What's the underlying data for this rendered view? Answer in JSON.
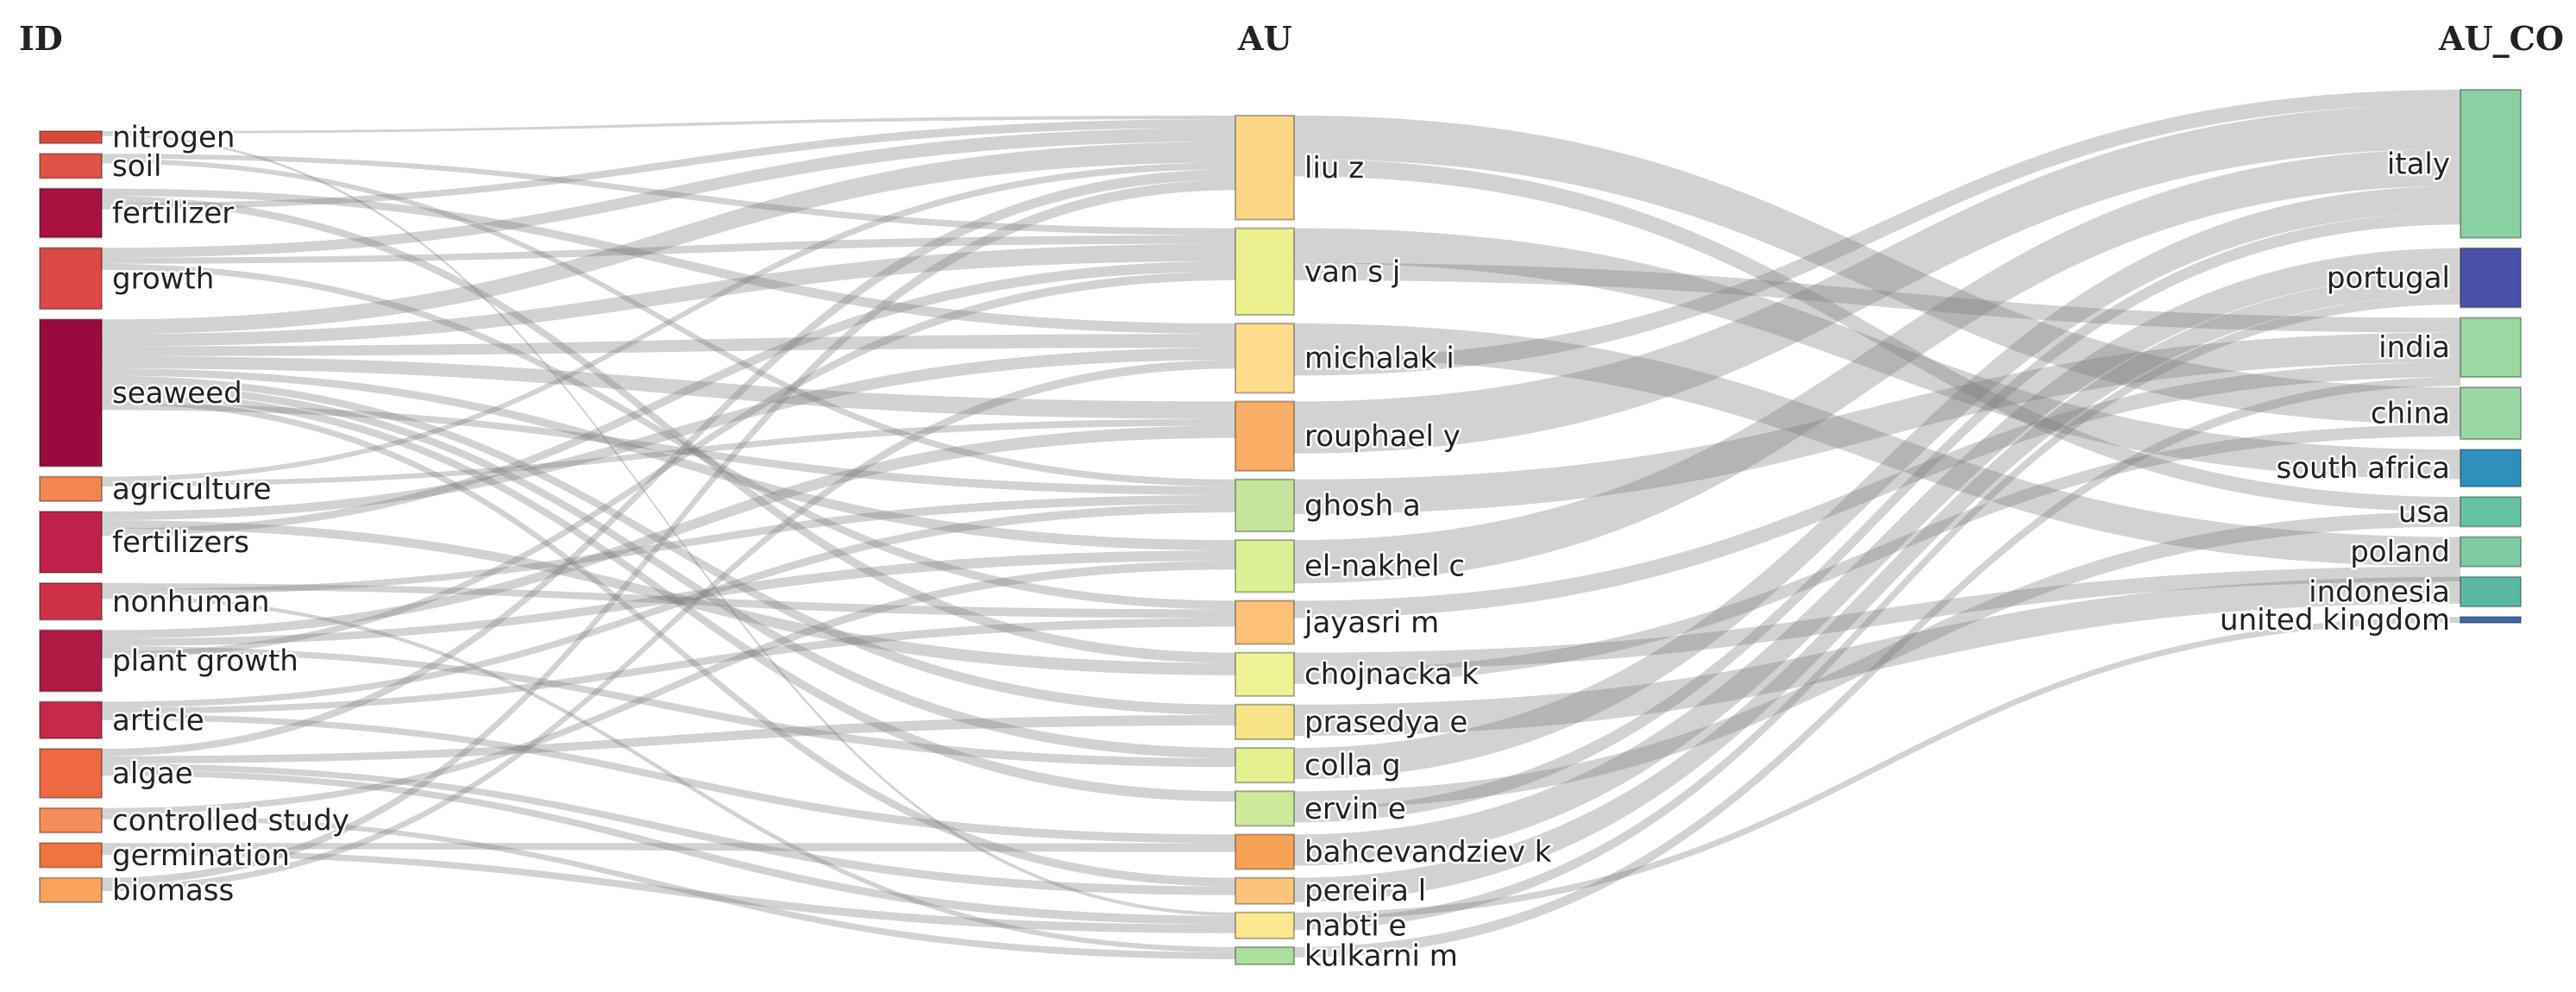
{
  "chart_data": {
    "type": "sankey",
    "columns": [
      "ID",
      "AU",
      "AU_CO"
    ],
    "nodes": {
      "ID": [
        {
          "name": "nitrogen",
          "value": 1,
          "color": "#d94a3d"
        },
        {
          "name": "soil",
          "value": 2,
          "color": "#e05246"
        },
        {
          "name": "fertilizer",
          "value": 4,
          "color": "#a8103f"
        },
        {
          "name": "growth",
          "value": 5,
          "color": "#dc4848"
        },
        {
          "name": "seaweed",
          "value": 12,
          "color": "#9a0a3e"
        },
        {
          "name": "agriculture",
          "value": 2,
          "color": "#f38650"
        },
        {
          "name": "fertilizers",
          "value": 5,
          "color": "#c0214a"
        },
        {
          "name": "nonhuman",
          "value": 3,
          "color": "#cd3249"
        },
        {
          "name": "plant growth",
          "value": 5,
          "color": "#b11945"
        },
        {
          "name": "article",
          "value": 3,
          "color": "#c52a4a"
        },
        {
          "name": "algae",
          "value": 4,
          "color": "#ee6844"
        },
        {
          "name": "controlled study",
          "value": 2,
          "color": "#f58d5a"
        },
        {
          "name": "germination",
          "value": 2,
          "color": "#f0743f"
        },
        {
          "name": "biomass",
          "value": 2,
          "color": "#f8a25e"
        }
      ],
      "AU": [
        {
          "name": "liu z",
          "value": 6,
          "color": "#fcd587"
        },
        {
          "name": "van s j",
          "value": 5,
          "color": "#ecf08f"
        },
        {
          "name": "michalak i",
          "value": 4,
          "color": "#fddc8d"
        },
        {
          "name": "rouphael y",
          "value": 4,
          "color": "#fbae66"
        },
        {
          "name": "ghosh a",
          "value": 3,
          "color": "#c6e59c"
        },
        {
          "name": "el-nakhel c",
          "value": 3,
          "color": "#dcef94"
        },
        {
          "name": "jayasri m",
          "value": 2.5,
          "color": "#fcc175"
        },
        {
          "name": "chojnacka k",
          "value": 2.5,
          "color": "#eef295"
        },
        {
          "name": "prasedya e",
          "value": 2,
          "color": "#f6e486"
        },
        {
          "name": "colla g",
          "value": 2,
          "color": "#e3f08d"
        },
        {
          "name": "ervin e",
          "value": 2,
          "color": "#cde99a"
        },
        {
          "name": "bahcevandziev k",
          "value": 2,
          "color": "#f8a258"
        },
        {
          "name": "pereira l",
          "value": 1.5,
          "color": "#fcc47a"
        },
        {
          "name": "nabti e",
          "value": 1.5,
          "color": "#fbe78f"
        },
        {
          "name": "kulkarni m",
          "value": 1,
          "color": "#addf9c"
        }
      ],
      "AU_CO": [
        {
          "name": "italy",
          "value": 10,
          "color": "#8ad0a3"
        },
        {
          "name": "portugal",
          "value": 4,
          "color": "#4a51a8"
        },
        {
          "name": "india",
          "value": 4,
          "color": "#9bd8a2"
        },
        {
          "name": "china",
          "value": 3.5,
          "color": "#9ad7a4"
        },
        {
          "name": "south africa",
          "value": 2.5,
          "color": "#2f91bb"
        },
        {
          "name": "usa",
          "value": 2,
          "color": "#64c3a5"
        },
        {
          "name": "poland",
          "value": 2,
          "color": "#7fcba4"
        },
        {
          "name": "indonesia",
          "value": 2,
          "color": "#5cb8a6"
        },
        {
          "name": "united kingdom",
          "value": 0.4,
          "color": "#3e6aa9"
        }
      ]
    },
    "links_id_au": [
      {
        "source": "nitrogen",
        "target": "liu z",
        "value": 0.2
      },
      {
        "source": "nitrogen",
        "target": "nabti e",
        "value": 0.2
      },
      {
        "source": "soil",
        "target": "van s j",
        "value": 0.4
      },
      {
        "source": "soil",
        "target": "ghosh a",
        "value": 0.4
      },
      {
        "source": "fertilizer",
        "target": "michalak i",
        "value": 0.6
      },
      {
        "source": "fertilizer",
        "target": "chojnacka k",
        "value": 0.6
      },
      {
        "source": "fertilizer",
        "target": "liu z",
        "value": 0.5
      },
      {
        "source": "growth",
        "target": "liu z",
        "value": 0.8
      },
      {
        "source": "growth",
        "target": "van s j",
        "value": 0.5
      },
      {
        "source": "growth",
        "target": "jayasri m",
        "value": 0.5
      },
      {
        "source": "seaweed",
        "target": "liu z",
        "value": 1.2
      },
      {
        "source": "seaweed",
        "target": "van s j",
        "value": 1.0
      },
      {
        "source": "seaweed",
        "target": "michalak i",
        "value": 0.8
      },
      {
        "source": "seaweed",
        "target": "rouphael y",
        "value": 1.0
      },
      {
        "source": "seaweed",
        "target": "el-nakhel c",
        "value": 0.6
      },
      {
        "source": "seaweed",
        "target": "prasedya e",
        "value": 0.6
      },
      {
        "source": "seaweed",
        "target": "colla g",
        "value": 0.6
      },
      {
        "source": "seaweed",
        "target": "ervin e",
        "value": 0.6
      },
      {
        "source": "seaweed",
        "target": "pereira l",
        "value": 0.5
      },
      {
        "source": "seaweed",
        "target": "ghosh a",
        "value": 0.5
      },
      {
        "source": "agriculture",
        "target": "liu z",
        "value": 0.4
      },
      {
        "source": "agriculture",
        "target": "rouphael y",
        "value": 0.4
      },
      {
        "source": "fertilizers",
        "target": "michalak i",
        "value": 0.7
      },
      {
        "source": "fertilizers",
        "target": "chojnacka k",
        "value": 0.7
      },
      {
        "source": "fertilizers",
        "target": "van s j",
        "value": 0.6
      },
      {
        "source": "nonhuman",
        "target": "jayasri m",
        "value": 0.5
      },
      {
        "source": "nonhuman",
        "target": "ghosh a",
        "value": 0.5
      },
      {
        "source": "nonhuman",
        "target": "kulkarni m",
        "value": 0.3
      },
      {
        "source": "plant growth",
        "target": "rouphael y",
        "value": 0.7
      },
      {
        "source": "plant growth",
        "target": "el-nakhel c",
        "value": 0.6
      },
      {
        "source": "plant growth",
        "target": "colla g",
        "value": 0.5
      },
      {
        "source": "plant growth",
        "target": "van s j",
        "value": 0.5
      },
      {
        "source": "article",
        "target": "ghosh a",
        "value": 0.5
      },
      {
        "source": "article",
        "target": "jayasri m",
        "value": 0.5
      },
      {
        "source": "article",
        "target": "bahcevandziev k",
        "value": 0.5
      },
      {
        "source": "algae",
        "target": "liu z",
        "value": 0.6
      },
      {
        "source": "algae",
        "target": "prasedya e",
        "value": 0.6
      },
      {
        "source": "algae",
        "target": "pereira l",
        "value": 0.5
      },
      {
        "source": "algae",
        "target": "nabti e",
        "value": 0.5
      },
      {
        "source": "controlled study",
        "target": "el-nakhel c",
        "value": 0.5
      },
      {
        "source": "controlled study",
        "target": "kulkarni m",
        "value": 0.4
      },
      {
        "source": "germination",
        "target": "bahcevandziev k",
        "value": 0.5
      },
      {
        "source": "germination",
        "target": "nabti e",
        "value": 0.5
      },
      {
        "source": "biomass",
        "target": "liu z",
        "value": 0.6
      },
      {
        "source": "biomass",
        "target": "michalak i",
        "value": 0.5
      }
    ],
    "links_au_co": [
      {
        "source": "liu z",
        "target": "china",
        "value": 2.5
      },
      {
        "source": "liu z",
        "target": "usa",
        "value": 1.0
      },
      {
        "source": "van s j",
        "target": "south africa",
        "value": 2.0
      },
      {
        "source": "van s j",
        "target": "india",
        "value": 1.0
      },
      {
        "source": "michalak i",
        "target": "poland",
        "value": 2.0
      },
      {
        "source": "michalak i",
        "target": "italy",
        "value": 1.0
      },
      {
        "source": "rouphael y",
        "target": "italy",
        "value": 3.0
      },
      {
        "source": "ghosh a",
        "target": "india",
        "value": 2.0
      },
      {
        "source": "el-nakhel c",
        "target": "italy",
        "value": 2.5
      },
      {
        "source": "jayasri m",
        "target": "india",
        "value": 1.0
      },
      {
        "source": "chojnacka k",
        "target": "poland",
        "value": 1.0
      },
      {
        "source": "chojnacka k",
        "target": "china",
        "value": 0.8
      },
      {
        "source": "prasedya e",
        "target": "indonesia",
        "value": 1.8
      },
      {
        "source": "colla g",
        "target": "italy",
        "value": 1.8
      },
      {
        "source": "ervin e",
        "target": "usa",
        "value": 1.0
      },
      {
        "source": "ervin e",
        "target": "italy",
        "value": 0.8
      },
      {
        "source": "bahcevandziev k",
        "target": "portugal",
        "value": 1.8
      },
      {
        "source": "pereira l",
        "target": "portugal",
        "value": 1.4
      },
      {
        "source": "nabti e",
        "target": "united kingdom",
        "value": 0.4
      },
      {
        "source": "nabti e",
        "target": "portugal",
        "value": 0.6
      },
      {
        "source": "kulkarni m",
        "target": "india",
        "value": 0.6
      }
    ]
  }
}
